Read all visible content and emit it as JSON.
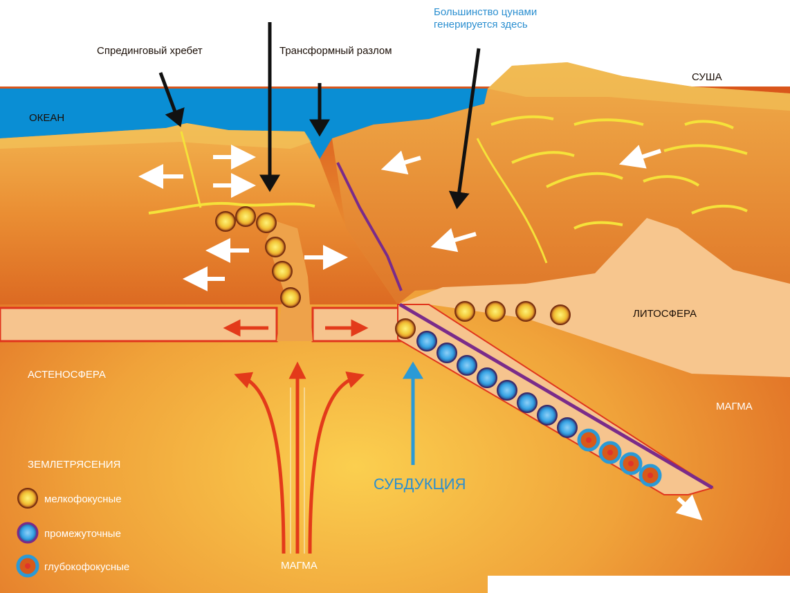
{
  "labels": {
    "spreading_ridge": "Спрединговый хребет",
    "transform_fault": "Трансформный разлом",
    "tsunami_line1": "Большинство цунами",
    "tsunami_line2": "генерируется здесь",
    "land": "СУША",
    "ocean": "ОКЕАН",
    "lithosphere": "ЛИТОСФЕРА",
    "asthenosphere": "АСТЕНОСФЕРА",
    "magma_right": "МАГМА",
    "magma_bottom": "МАГМА",
    "subduction": "СУБДУКЦИЯ"
  },
  "legend": {
    "title": "ЗЕМЛЕТРЯСЕНИЯ",
    "items": [
      {
        "label": "мелкофокусные",
        "type": "shallow"
      },
      {
        "label": "промежуточные",
        "type": "intermediate"
      },
      {
        "label": "глубокофокусные",
        "type": "deep"
      }
    ]
  },
  "icons": {
    "nav": "double-chevron-right-icon"
  },
  "colors": {
    "ocean": "#0a8ed4",
    "crust": "#eea24a",
    "mantle": "#e07a22",
    "asthenosphere": "#d85a1a",
    "lithosphere_band": "#f7c68e",
    "shallow_quake": "#f4d23a",
    "intermediate_quake": "#3ba6e6",
    "deep_quake_center": "#e0342a",
    "fault_line": "#7a2b8a",
    "magma_arrow": "#e33a1a",
    "subduction_text": "#2b8fd0"
  }
}
